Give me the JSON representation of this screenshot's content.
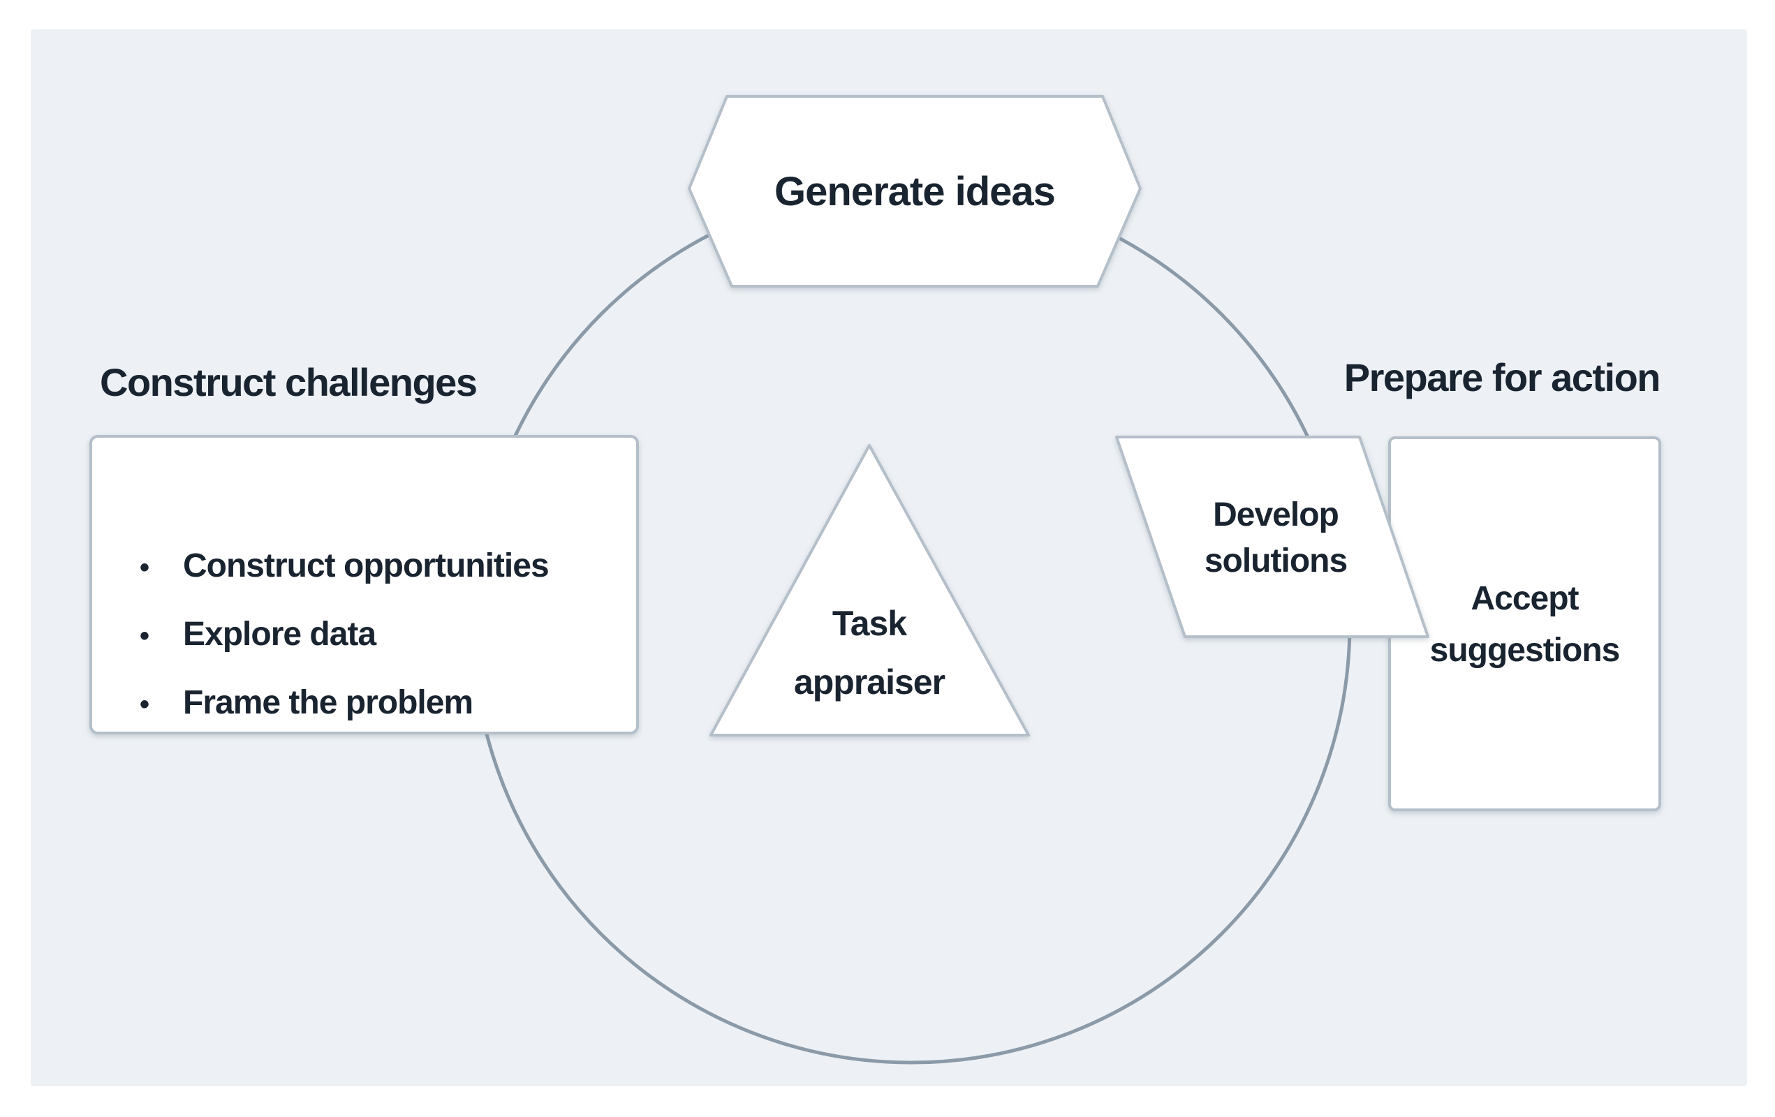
{
  "colors": {
    "canvas_background": "#ffffff",
    "panel_background": "#edf1f5",
    "shape_fill": "#ffffff",
    "shape_border": "#b5bfc9",
    "circle_stroke": "#8c9aa8",
    "text": "#1a2430"
  },
  "diagram": {
    "generate_ideas": {
      "label": "Generate ideas"
    },
    "construct_challenges": {
      "heading": "Construct challenges",
      "items": [
        "Construct opportunities",
        "Explore data",
        "Frame the problem"
      ]
    },
    "task_appraiser": {
      "lines": [
        "Task",
        "appraiser"
      ]
    },
    "prepare_for_action": {
      "heading": "Prepare for action",
      "develop_solutions": {
        "lines": [
          "Develop",
          "solutions"
        ]
      },
      "accept_suggestions": {
        "lines": [
          "Accept",
          "suggestions"
        ]
      }
    }
  }
}
